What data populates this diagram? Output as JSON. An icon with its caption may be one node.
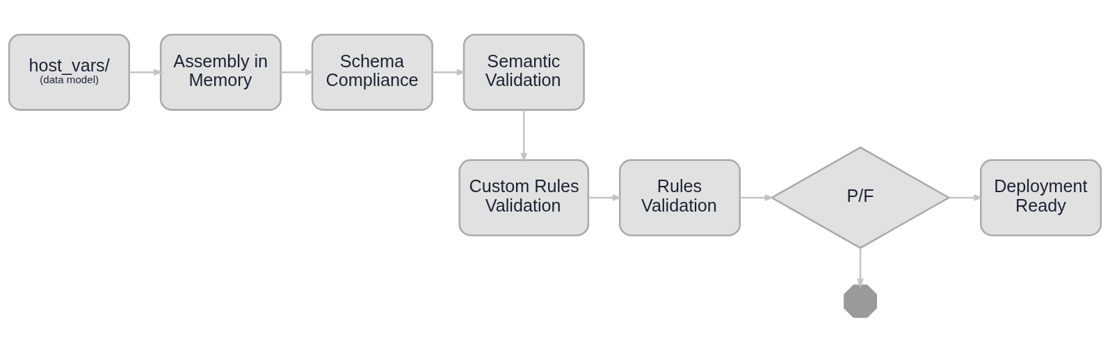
{
  "diagram": {
    "nodes": [
      {
        "text": [
          "host_vars/",
          "(data model)"
        ]
      },
      {
        "text": [
          "Assembly in Memory"
        ]
      },
      {
        "text": [
          "Schema Compliance"
        ]
      },
      {
        "text": [
          "Semantic Validation"
        ]
      },
      {
        "text": [
          "Custom Rules Validation"
        ]
      },
      {
        "text": [
          "Rules Validation"
        ]
      },
      {
        "text": [
          "P/F"
        ]
      },
      {
        "text": [
          "Deployment Ready"
        ]
      },
      {
        "text": [],
        "shape": "octagon"
      }
    ],
    "edges": [
      {
        "from": 0,
        "to": 1,
        "arrow": "to"
      },
      {
        "from": 1,
        "to": 2,
        "arrow": "to"
      },
      {
        "from": 2,
        "to": 3,
        "arrow": "to"
      },
      {
        "from": 3,
        "to": 4,
        "arrow": "to"
      },
      {
        "from": 4,
        "to": 5,
        "arrow": "to"
      },
      {
        "from": 5,
        "to": 6,
        "arrow": "to"
      },
      {
        "from": 6,
        "to": 7,
        "arrow": "to"
      },
      {
        "from": 6,
        "to": 8,
        "arrow": "to"
      }
    ]
  }
}
